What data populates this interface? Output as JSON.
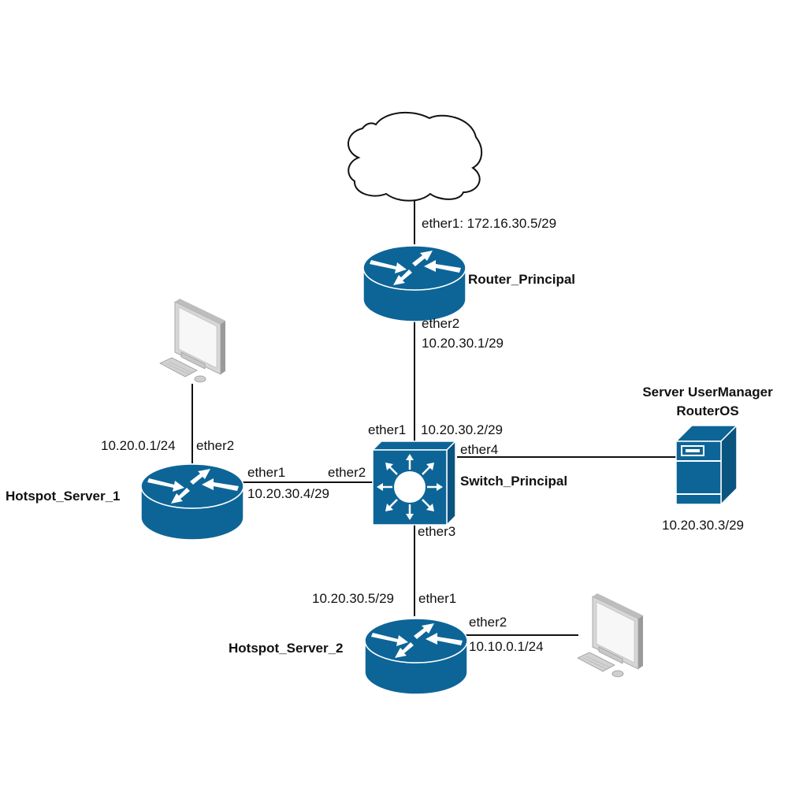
{
  "colors": {
    "device": "#0d6597",
    "device_dark": "#0a5480",
    "link": "#111111",
    "pc_body": "#d8d8d8",
    "pc_screen": "#f4f4f4"
  },
  "nodes": {
    "internet": {
      "name": "",
      "icon": "cloud-icon"
    },
    "router_principal": {
      "name": "Router_Principal",
      "icon": "router-icon",
      "if_up": "ether1: 172.16.30.5/29",
      "if_down_name": "ether2",
      "if_down_ip": "10.20.30.1/29"
    },
    "switch_principal": {
      "name": "Switch_Principal",
      "icon": "switch-icon",
      "if_up_name": "ether1",
      "if_up_ip": "10.20.30.2/29",
      "if_left": "ether2",
      "if_right": "ether4",
      "if_down": "ether3"
    },
    "server_usermanager": {
      "name_line1": "Server UserManager",
      "name_line2": "RouterOS",
      "icon": "server-icon",
      "ip": "10.20.30.3/29"
    },
    "hotspot_server_1": {
      "name": "Hotspot_Server_1",
      "icon": "router-icon",
      "lan_ip": "10.20.0.1/24",
      "lan_if": "ether2",
      "wan_if": "ether1",
      "wan_ip": "10.20.30.4/29"
    },
    "hotspot_server_2": {
      "name": "Hotspot_Server_2",
      "icon": "router-icon",
      "wan_ip": "10.20.30.5/29",
      "wan_if": "ether1",
      "lan_if": "ether2",
      "lan_ip": "10.10.0.1/24"
    },
    "pc_1": {
      "icon": "workstation-icon"
    },
    "pc_2": {
      "icon": "workstation-icon"
    }
  },
  "links": [
    {
      "from": "internet",
      "to": "router_principal"
    },
    {
      "from": "router_principal",
      "to": "switch_principal"
    },
    {
      "from": "switch_principal",
      "to": "server_usermanager"
    },
    {
      "from": "switch_principal",
      "to": "hotspot_server_1"
    },
    {
      "from": "switch_principal",
      "to": "hotspot_server_2"
    },
    {
      "from": "hotspot_server_1",
      "to": "pc_1"
    },
    {
      "from": "hotspot_server_2",
      "to": "pc_2"
    }
  ]
}
